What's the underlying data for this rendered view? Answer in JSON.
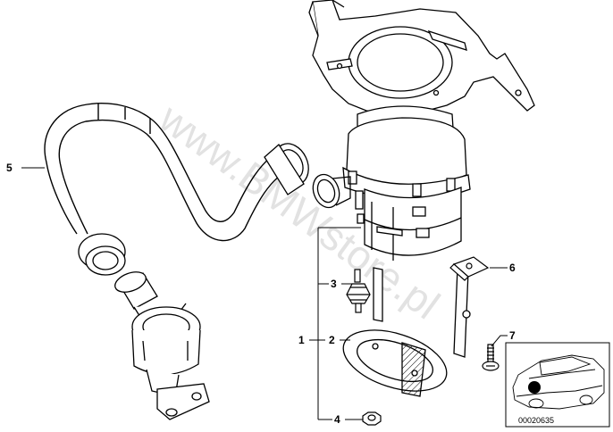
{
  "diagram": {
    "callouts": [
      {
        "id": "1",
        "label": "1"
      },
      {
        "id": "2",
        "label": "2"
      },
      {
        "id": "3",
        "label": "3"
      },
      {
        "id": "4",
        "label": "4"
      },
      {
        "id": "5",
        "label": "5"
      },
      {
        "id": "6",
        "label": "6"
      },
      {
        "id": "7",
        "label": "7"
      }
    ],
    "watermark": "www.BMWstore.pl",
    "reference_number": "00020635"
  }
}
